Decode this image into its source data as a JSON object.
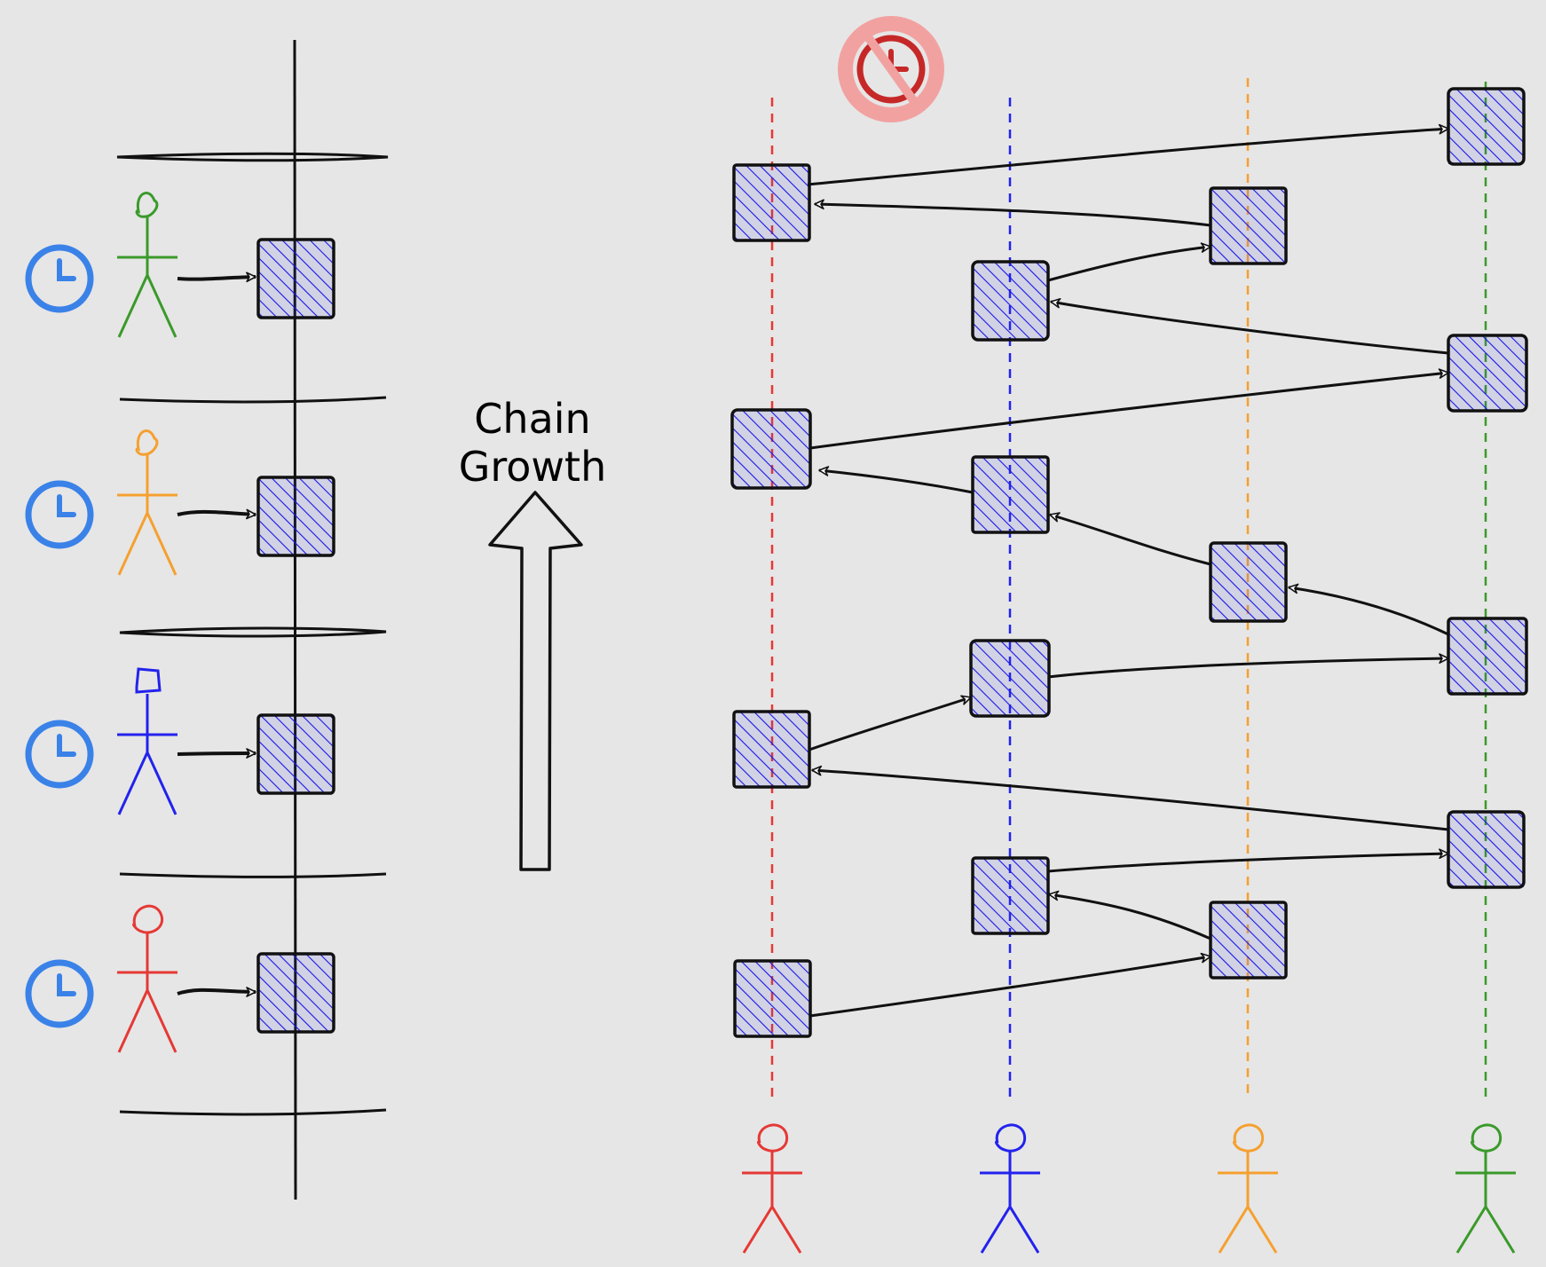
{
  "label": {
    "line1": "Chain",
    "line2": "Growth"
  },
  "colors": {
    "background": "#e6e6e6",
    "block_fill": "#3f3fd9",
    "block_hatch": "#1717e6",
    "outline": "#111111",
    "clock_blue": "#3a82e8",
    "clock_red": "#c62828",
    "clock_red_halo": "#f2a1a1",
    "lane_red": "#e53935",
    "lane_blue": "#2222ee",
    "lane_orange": "#f5a030",
    "lane_green": "#3a9a2a"
  },
  "icons": {
    "timed_clock": "clock-icon",
    "no_clock": "no-clock-icon",
    "participant": "stick-figure-icon",
    "block": "block-icon",
    "growth_arrow": "up-arrow-icon"
  },
  "sync_participants": [
    "green",
    "orange",
    "blue",
    "red"
  ],
  "async_participants": [
    "red",
    "blue",
    "orange",
    "green"
  ]
}
